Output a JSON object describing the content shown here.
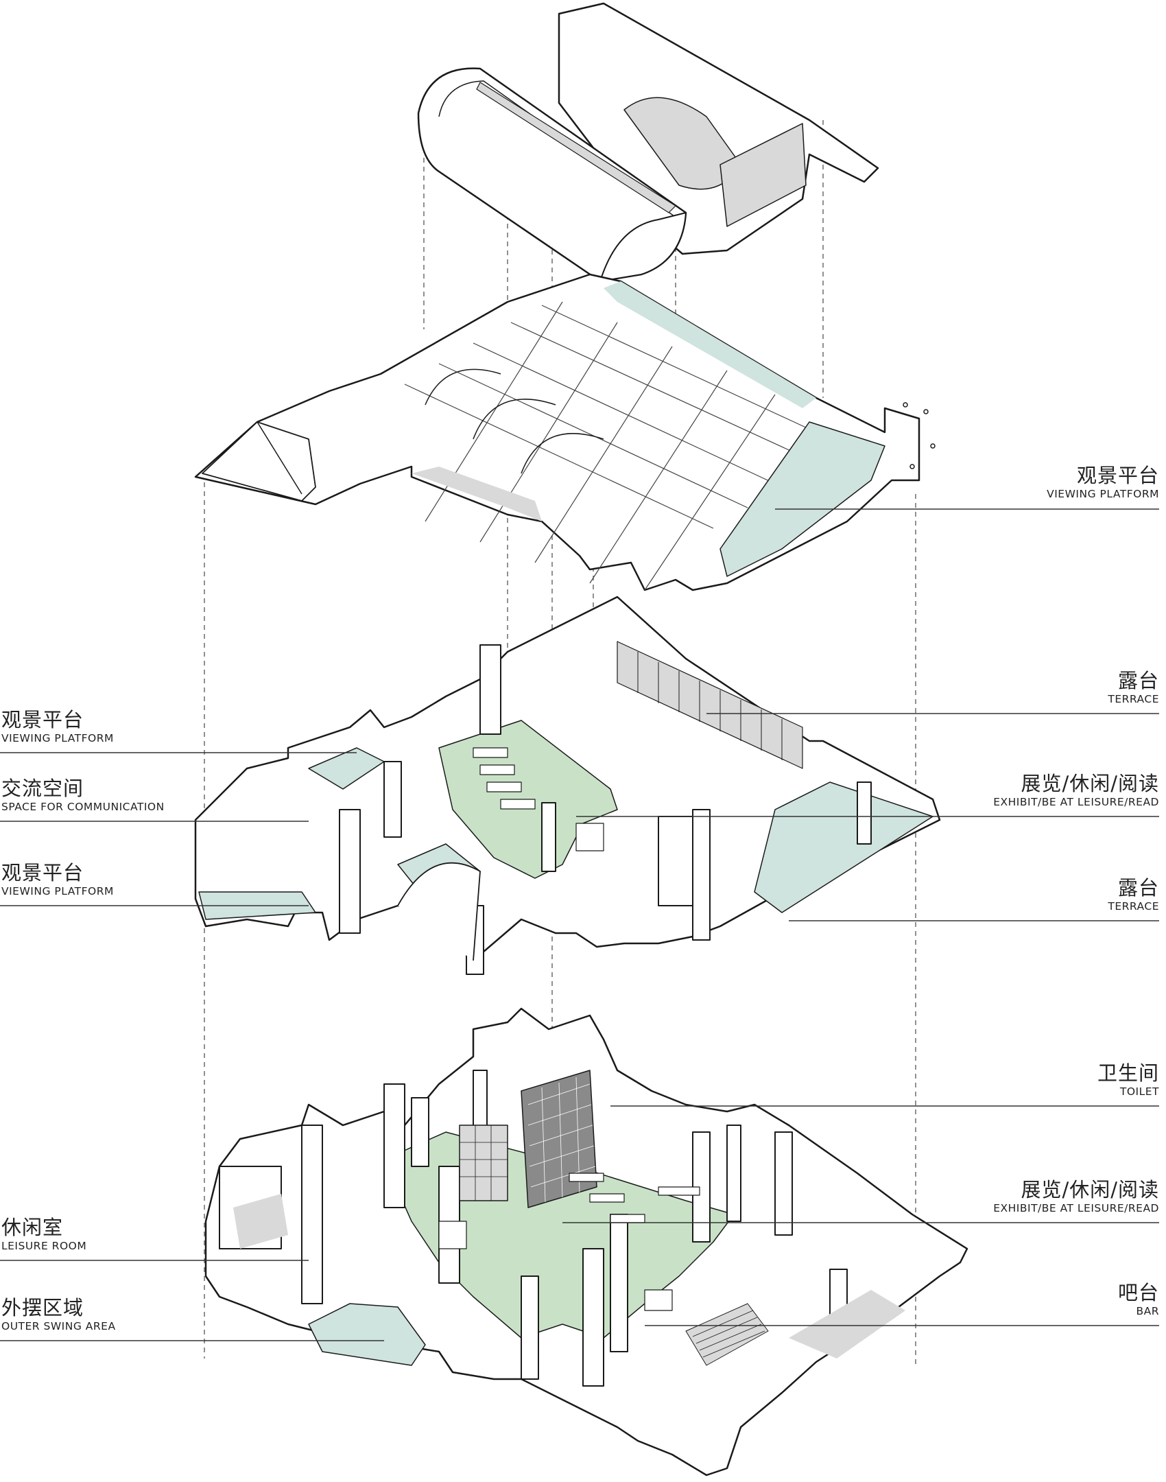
{
  "colors": {
    "line": "#1a1a1a",
    "wall_fill": "#ffffff",
    "shadow": "#d9d9d9",
    "green": "#c9e2c7",
    "teal": "#cfe3df",
    "dash": "#555555",
    "leader": "#333333"
  },
  "labels_right": [
    {
      "cn": "观景平台",
      "en": "VIEWING PLATFORM"
    },
    {
      "cn": "露台",
      "en": "TERRACE"
    },
    {
      "cn": "展览/休闲/阅读",
      "en": "EXHIBIT/BE AT LEISURE/READ"
    },
    {
      "cn": "露台",
      "en": "TERRACE"
    },
    {
      "cn": "卫生间",
      "en": "TOILET"
    },
    {
      "cn": "展览/休闲/阅读",
      "en": "EXHIBIT/BE AT LEISURE/READ"
    },
    {
      "cn": "吧台",
      "en": "BAR"
    }
  ],
  "labels_left": [
    {
      "cn": "观景平台",
      "en": "VIEWING PLATFORM"
    },
    {
      "cn": "交流空间",
      "en": "SPACE FOR COMMUNICATION"
    },
    {
      "cn": "观景平台",
      "en": "VIEWING PLATFORM"
    },
    {
      "cn": "休闲室",
      "en": "LEISURE ROOM"
    },
    {
      "cn": "外摆区域",
      "en": "OUTER SWING AREA"
    }
  ]
}
